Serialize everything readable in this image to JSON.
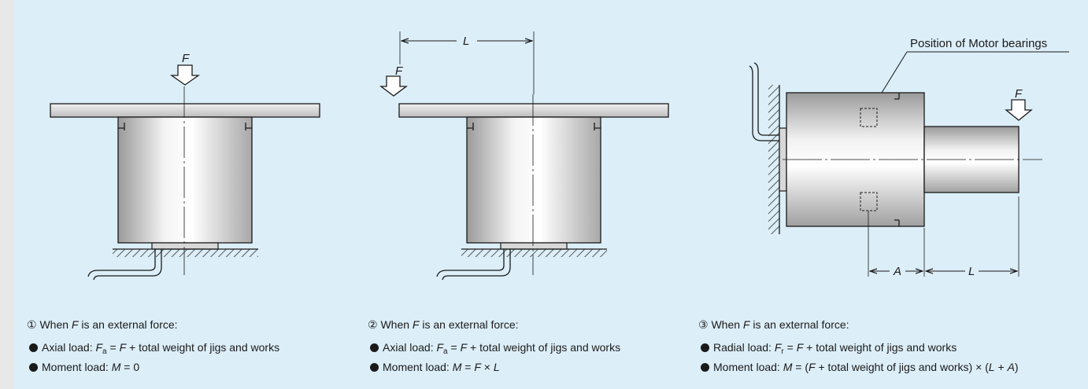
{
  "diagram1": {
    "force_label": "F",
    "caption_num": "①",
    "caption_pre": "When ",
    "caption_var": "F",
    "caption_post": " is an external force:",
    "line1_pre": "Axial load: ",
    "line1_var": "F",
    "line1_sub": "a",
    "line1_mid": " = ",
    "line1_var2": "F",
    "line1_post": " + total weight of jigs and works",
    "line2_pre": "Moment load: ",
    "line2_var": "M",
    "line2_post": " = 0"
  },
  "diagram2": {
    "force_label": "F",
    "length_label": "L",
    "caption_num": "②",
    "caption_pre": "When ",
    "caption_var": "F",
    "caption_post": " is an external force:",
    "line1_pre": "Axial load: ",
    "line1_var": "F",
    "line1_sub": "a",
    "line1_mid": " = ",
    "line1_var2": "F",
    "line1_post": " + total weight of jigs and works",
    "line2_pre": "Moment load: ",
    "line2_var": "M",
    "line2_mid": " = ",
    "line2_var2": "F",
    "line2_x": " × ",
    "line2_var3": "L"
  },
  "diagram3": {
    "force_label": "F",
    "bearing_label": "Position of Motor bearings",
    "a_label": "A",
    "l_label": "L",
    "caption_num": "③",
    "caption_pre": "When ",
    "caption_var": "F",
    "caption_post": " is an external force:",
    "line1_pre": "Radial load: ",
    "line1_var": "F",
    "line1_sub": "r",
    "line1_mid": " = ",
    "line1_var2": "F",
    "line1_post": " + total weight of jigs and works",
    "line2_pre": "Moment load: ",
    "line2_var": "M",
    "line2_mid": " = (",
    "line2_var2": "F",
    "line2_mid2": " + total weight of jigs and works) × (",
    "line2_var3": "L",
    "line2_plus": " + ",
    "line2_var4": "A",
    "line2_end": ")"
  }
}
